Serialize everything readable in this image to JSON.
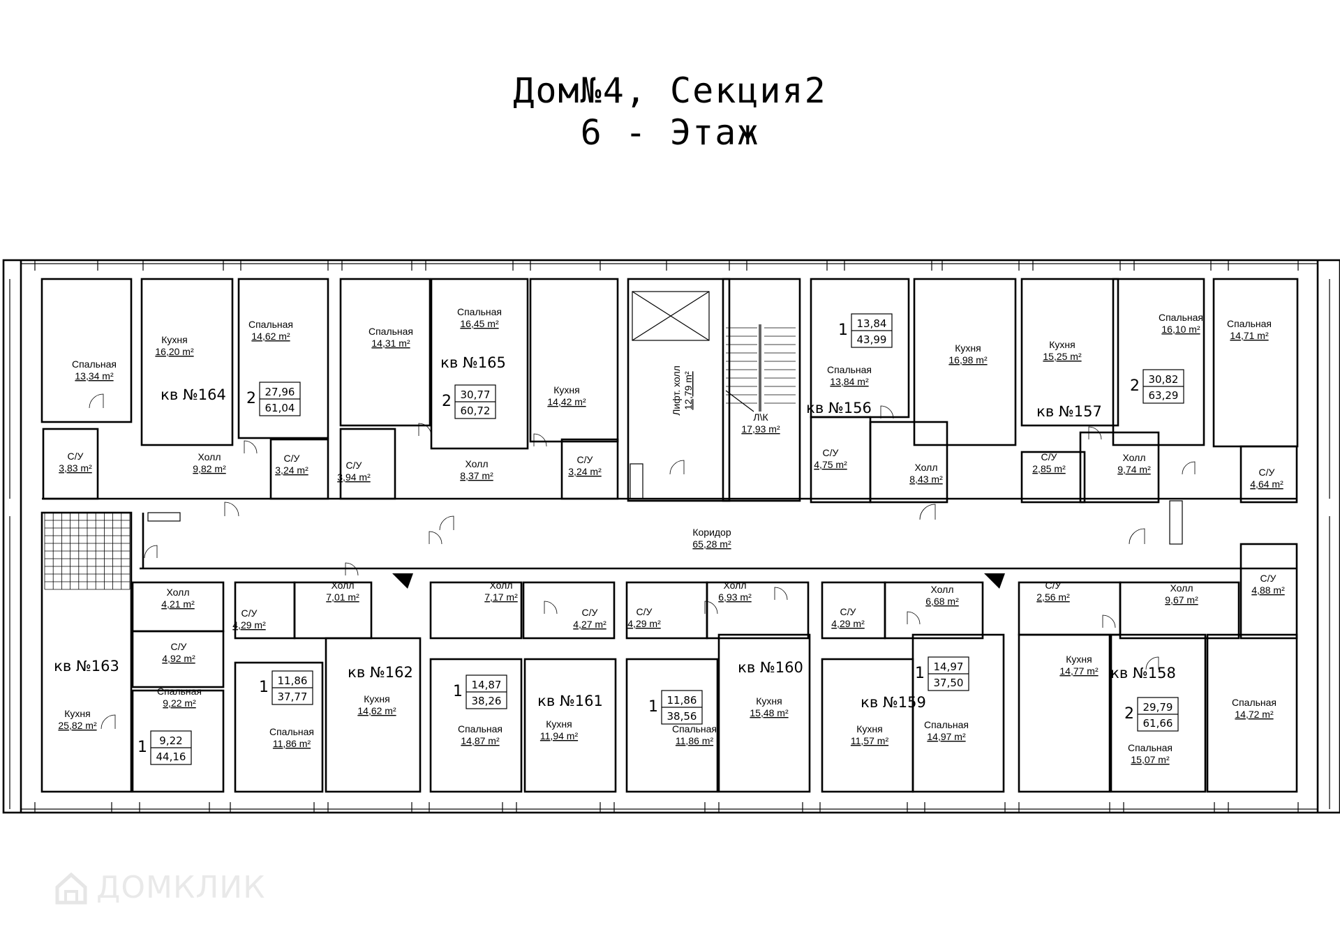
{
  "title": {
    "line1": "Дом№4, Секция2",
    "line2": "6 - Этаж"
  },
  "area_unit": "m",
  "corridor": {
    "name": "Коридор",
    "area": "65,28"
  },
  "stairs": {
    "name": "Л\\К",
    "area": "17,93"
  },
  "lift_hall": {
    "name": "Лифт. холл",
    "area": "12,79"
  },
  "apartments": [
    {
      "number": "кв №164",
      "rooms": "2",
      "living": "27,96",
      "total": "61,04"
    },
    {
      "number": "кв №165",
      "rooms": "2",
      "living": "30,77",
      "total": "60,72"
    },
    {
      "number": "кв №156",
      "rooms": "1",
      "living": "13,84",
      "total": "43,99"
    },
    {
      "number": "кв №157",
      "rooms": "2",
      "living": "30,82",
      "total": "63,29"
    },
    {
      "number": "кв №163",
      "rooms": "1",
      "living": "9,22",
      "total": "44,16"
    },
    {
      "number": "кв №162",
      "rooms": "1",
      "living": "11,86",
      "total": "37,77"
    },
    {
      "number": "кв №161",
      "rooms": "1",
      "living": "14,87",
      "total": "38,26"
    },
    {
      "number": "кв №160",
      "rooms": "1",
      "living": "11,86",
      "total": "38,56"
    },
    {
      "number": "кв №159",
      "rooms": "1",
      "living": "14,97",
      "total": "37,50"
    },
    {
      "number": "кв №158",
      "rooms": "2",
      "living": "29,79",
      "total": "61,66"
    }
  ],
  "rooms": [
    {
      "name": "Спальная",
      "area": "13,34"
    },
    {
      "name": "Кухня",
      "area": "16,20"
    },
    {
      "name": "Спальная",
      "area": "14,62"
    },
    {
      "name": "Спальная",
      "area": "14,31"
    },
    {
      "name": "Спальная",
      "area": "16,45"
    },
    {
      "name": "Кухня",
      "area": "14,42"
    },
    {
      "name": "С/У",
      "area": "3,83"
    },
    {
      "name": "Холл",
      "area": "9,82"
    },
    {
      "name": "С/У",
      "area": "3,24"
    },
    {
      "name": "С/У",
      "area": "3,94"
    },
    {
      "name": "Холл",
      "area": "8,37"
    },
    {
      "name": "С/У",
      "area": "3,24"
    },
    {
      "name": "Спальная",
      "area": "13,84"
    },
    {
      "name": "Кухня",
      "area": "16,98"
    },
    {
      "name": "С/У",
      "area": "4,75"
    },
    {
      "name": "Холл",
      "area": "8,43"
    },
    {
      "name": "Кухня",
      "area": "15,25"
    },
    {
      "name": "Спальная",
      "area": "16,10"
    },
    {
      "name": "Спальная",
      "area": "14,71"
    },
    {
      "name": "С/У",
      "area": "2,85"
    },
    {
      "name": "Холл",
      "area": "9,74"
    },
    {
      "name": "С/У",
      "area": "4,64"
    },
    {
      "name": "Холл",
      "area": "4,21"
    },
    {
      "name": "С/У",
      "area": "4,92"
    },
    {
      "name": "Спальная",
      "area": "9,22"
    },
    {
      "name": "Кухня",
      "area": "25,82"
    },
    {
      "name": "С/У",
      "area": "4,29"
    },
    {
      "name": "Холл",
      "area": "7,01"
    },
    {
      "name": "Спальная",
      "area": "11,86"
    },
    {
      "name": "Кухня",
      "area": "14,62"
    },
    {
      "name": "Холл",
      "area": "7,17"
    },
    {
      "name": "С/У",
      "area": "4,27"
    },
    {
      "name": "Спальная",
      "area": "14,87"
    },
    {
      "name": "Кухня",
      "area": "11,94"
    },
    {
      "name": "С/У",
      "area": "4,29"
    },
    {
      "name": "Холл",
      "area": "6,93"
    },
    {
      "name": "Спальная",
      "area": "11,86"
    },
    {
      "name": "Кухня",
      "area": "15,48"
    },
    {
      "name": "С/У",
      "area": "4,29"
    },
    {
      "name": "Холл",
      "area": "6,68"
    },
    {
      "name": "Кухня",
      "area": "11,57"
    },
    {
      "name": "Спальная",
      "area": "14,97"
    },
    {
      "name": "С/У",
      "area": "2,56"
    },
    {
      "name": "Холл",
      "area": "9,67"
    },
    {
      "name": "С/У",
      "area": "4,88"
    },
    {
      "name": "Кухня",
      "area": "14,77"
    },
    {
      "name": "Спальная",
      "area": "15,07"
    },
    {
      "name": "Спальная",
      "area": "14,72"
    }
  ],
  "watermark": "ДОМКЛИК"
}
